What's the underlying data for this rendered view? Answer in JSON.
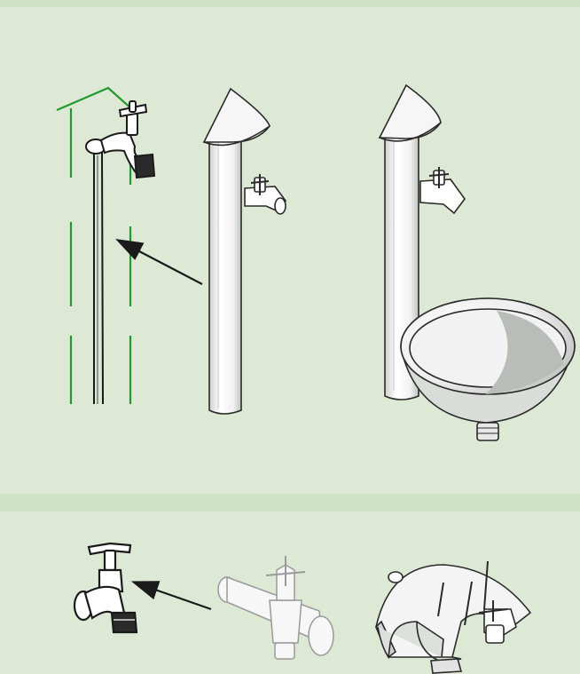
{
  "colors": {
    "background": "#dde9d5",
    "band": "#cfe2c4",
    "guide_green": "#1f9a2e",
    "line": "#1a1a1a",
    "metal": "#f4f4f4",
    "shade": "#b9bdb9"
  },
  "figures": {
    "top": [
      "wall-tap-outline",
      "pillar-tap-post",
      "pillar-with-basin"
    ],
    "bottom": [
      "bib-tap",
      "tap-fitting-assembly",
      "hose-reel-bracket"
    ]
  },
  "icons": [
    "arrow-icon"
  ]
}
